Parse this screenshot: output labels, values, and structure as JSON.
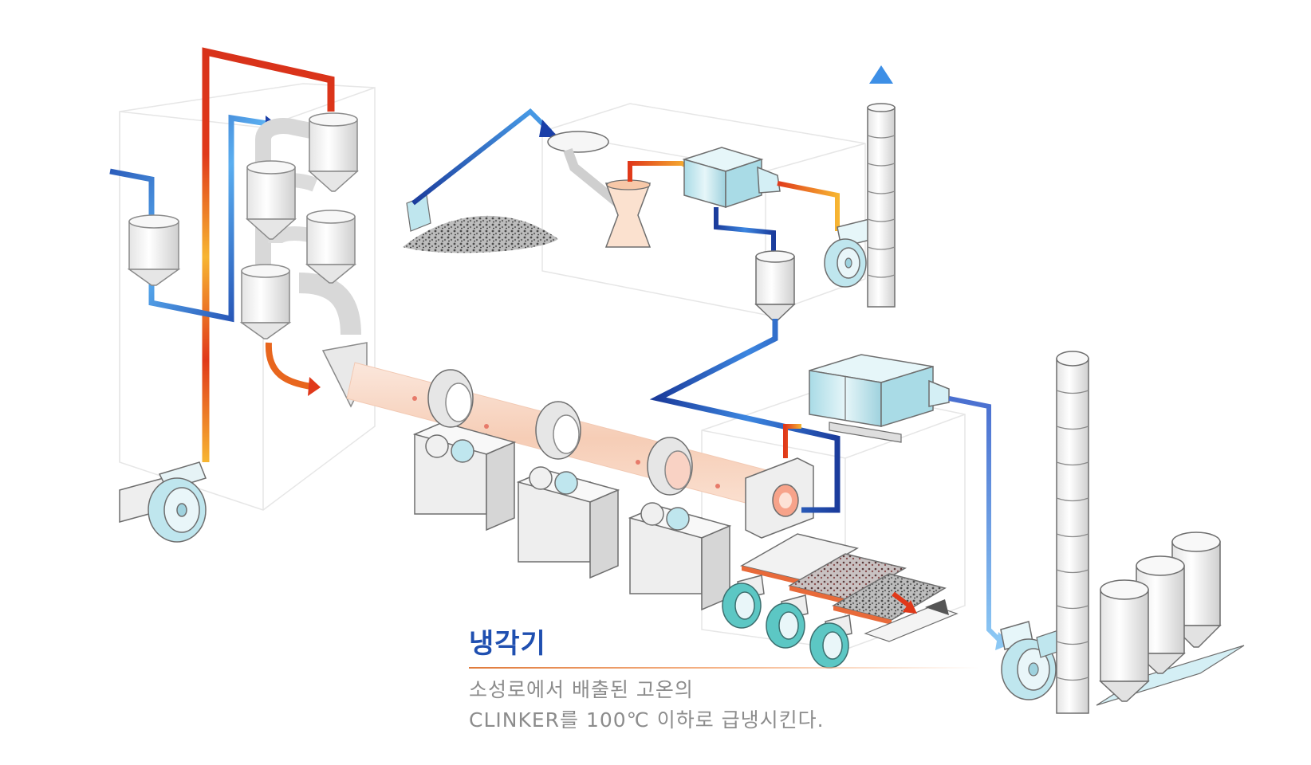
{
  "caption": {
    "title": "냉각기",
    "line1": "소성로에서 배출된 고온의",
    "line2": "CLINKER를 100℃ 이하로 급냉시킨다."
  },
  "colors": {
    "hot_pipe": "#e0391a",
    "warm_pipe": "#f7b532",
    "cool_pipe": "#1a3fa8",
    "light_cool_pipe": "#6fb7f0",
    "equipment_fill": "#f2f2f2",
    "equipment_accent": "#bfe6ee",
    "kiln_fill": "#f8d8c6",
    "caption_title": "#1f4fb0",
    "caption_text": "#8c8c8c"
  }
}
